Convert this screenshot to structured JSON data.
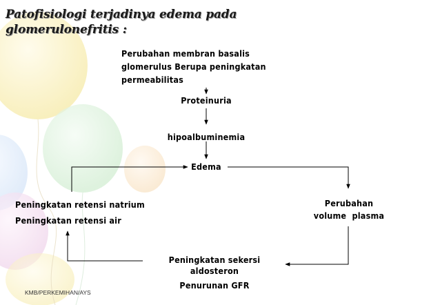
{
  "title": "Patofisiologi terjadinya edema pada glomerulonefritis :",
  "nodes": {
    "basement_membrane": "Perubahan membran basalis glomerulus Berupa peningkatan permeabilitas",
    "proteinuria": "Proteinuria",
    "hypoalbuminemia": "hipoalbuminemia",
    "edema": "Edema",
    "sodium_retention": "Peningkatan retensi natrium",
    "water_retention": "Peningkatan retensi air",
    "plasma_change_line1": "Perubahan",
    "plasma_change_line2": "volume  plasma",
    "aldosterone_line1": "Peningkatan sekersi",
    "aldosterone_line2": "aldosteron",
    "gfr": "Penurunan GFR"
  },
  "footer": "KMB/PERKEMIHAN/AYS",
  "colors": {
    "text": "#000000",
    "arrow": "#000000"
  }
}
